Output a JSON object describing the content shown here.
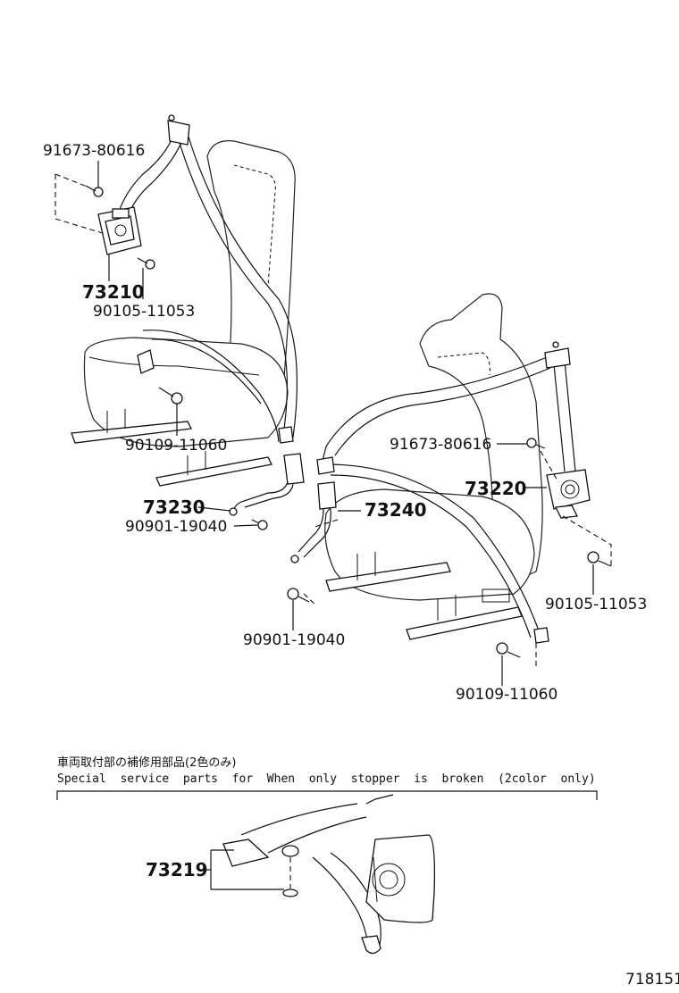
{
  "parts": {
    "p1": "91673-80616",
    "p2": "73210",
    "p3": "90105-11053",
    "p4": "90109-11060",
    "p5": "73230",
    "p6": "90901-19040",
    "p7": "91673-80616",
    "p8": "73220",
    "p9": "73240",
    "p10": "90901-19040",
    "p11": "90105-11053",
    "p12": "90109-11060",
    "p13": "73219"
  },
  "note": {
    "japanese": "車両取付部の補修用部品(2色のみ)",
    "english": "Special  service  parts  for  When  only  stopper  is  broken  (2color  only)"
  },
  "figure_id": "718151"
}
